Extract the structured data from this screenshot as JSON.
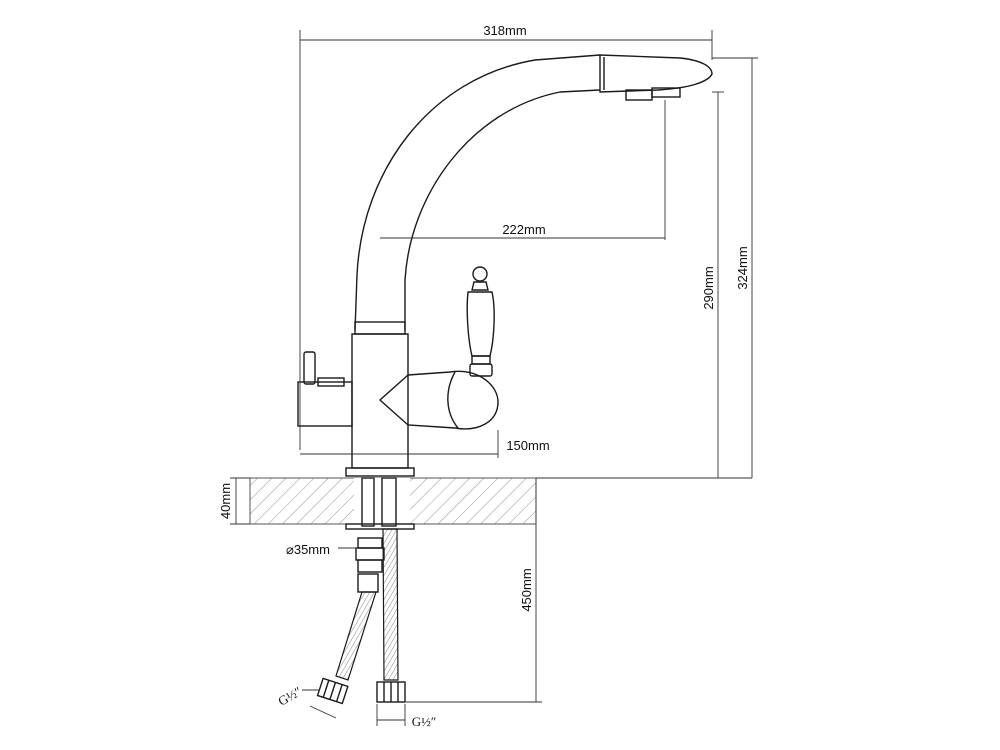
{
  "dimensions": {
    "spout_reach": "318mm",
    "spout_offset": "222mm",
    "lever_offset": "150mm",
    "spout_height": "290mm",
    "total_height": "324mm",
    "deck_thickness": "40mm",
    "mount_diameter": "⌀35mm",
    "hose_length": "450mm",
    "left_connector": "G½″",
    "right_connector": "G½″"
  }
}
